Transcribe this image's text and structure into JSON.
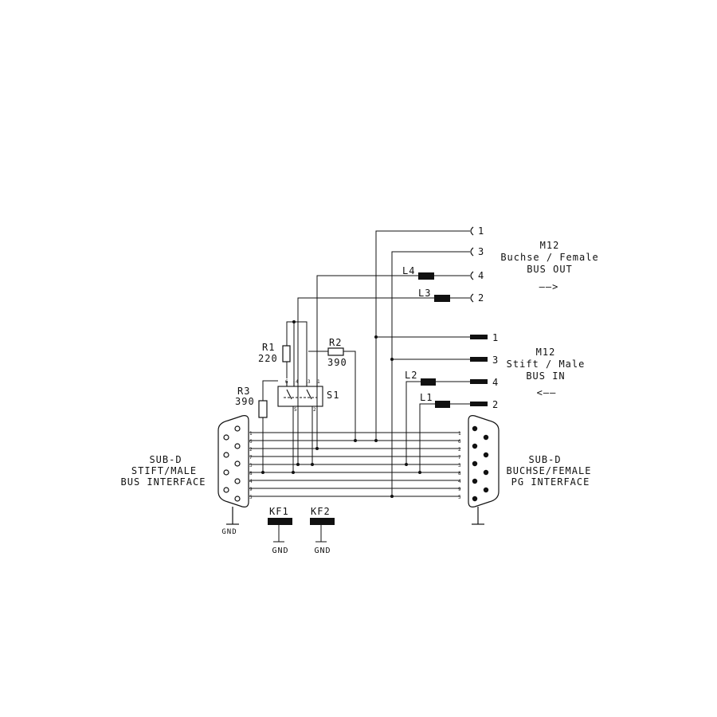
{
  "m12_out": {
    "title": "M12",
    "line1": "Buchse / Female",
    "line2": "BUS OUT",
    "arrow": "——>",
    "pins": [
      "1",
      "3",
      "4",
      "2"
    ]
  },
  "m12_in": {
    "title": "M12",
    "line1": "Stift / Male",
    "line2": "BUS IN",
    "arrow": "<——",
    "pins": [
      "1",
      "3",
      "4",
      "2"
    ]
  },
  "subd_left": {
    "line1": "SUB-D",
    "line2": "STIFT/MALE",
    "line3": "BUS INTERFACE",
    "gnd": "GND"
  },
  "subd_right": {
    "line1": "SUB-D",
    "line2": "BUCHSE/FEMALE",
    "line3": "PG INTERFACE"
  },
  "bus_pins": [
    "1",
    "6",
    "2",
    "7",
    "3",
    "8",
    "4",
    "9",
    "5"
  ],
  "resistors": {
    "r1": {
      "name": "R1",
      "value": "220"
    },
    "r2": {
      "name": "R2",
      "value": "390"
    },
    "r3": {
      "name": "R3",
      "value": "390"
    }
  },
  "switch": {
    "name": "S1",
    "top_pins": [
      "6",
      "4",
      "3",
      "1"
    ],
    "bottom_pins": [
      "5",
      "2"
    ]
  },
  "leds": {
    "l1": "L1",
    "l2": "L2",
    "l3": "L3",
    "l4": "L4"
  },
  "kf": {
    "kf1": "KF1",
    "kf2": "KF2",
    "gnd": "GND"
  }
}
